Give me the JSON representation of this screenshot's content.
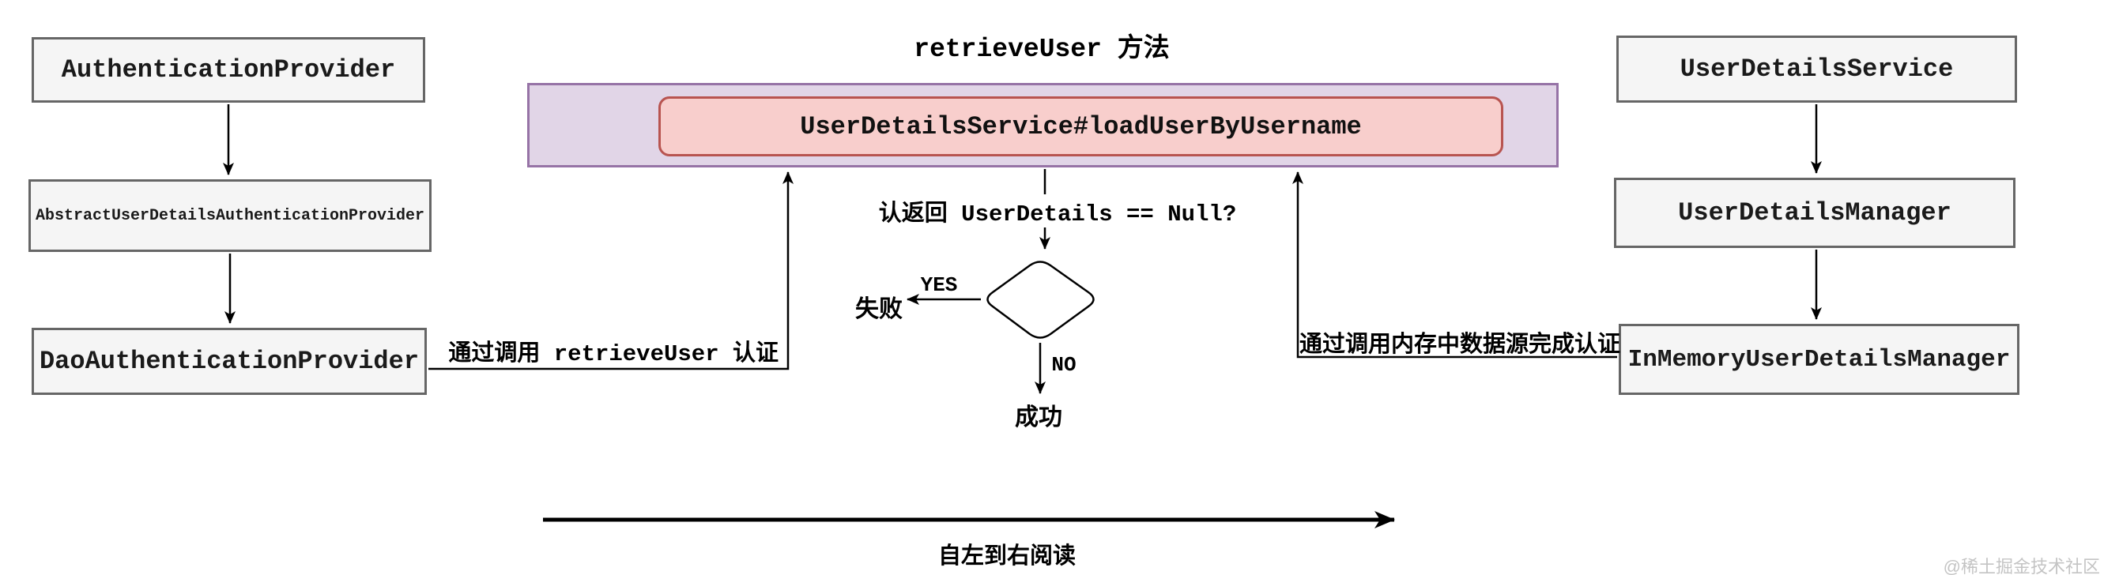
{
  "title": "retrieveUser 方法",
  "left_chain": {
    "boxes": [
      "AuthenticationProvider",
      "AbstractUserDetailsAuthenticationProvider",
      "DaoAuthenticationProvider"
    ],
    "edge_label": "通过调用 retrieveUser 认证"
  },
  "right_chain": {
    "boxes": [
      "UserDetailsService",
      "UserDetailsManager",
      "InMemoryUserDetailsManager"
    ],
    "edge_label": "通过调用内存中数据源完成认证"
  },
  "center": {
    "method_box": "UserDetailsService#loadUserByUsername",
    "question": "认返回 UserDetails == Null?",
    "yes": "YES",
    "no": "NO",
    "fail": "失败",
    "success": "成功"
  },
  "footer": {
    "reading_note": "自左到右阅读"
  },
  "watermark": "@稀土掘金技术社区",
  "colors": {
    "node_fill": "#f5f5f5",
    "node_border": "#666666",
    "container_fill": "#e1d5e7",
    "container_border": "#9673a6",
    "method_fill": "#f8cecc",
    "method_border": "#b85450",
    "line": "#000000",
    "watermark": "#c4c4c4"
  }
}
